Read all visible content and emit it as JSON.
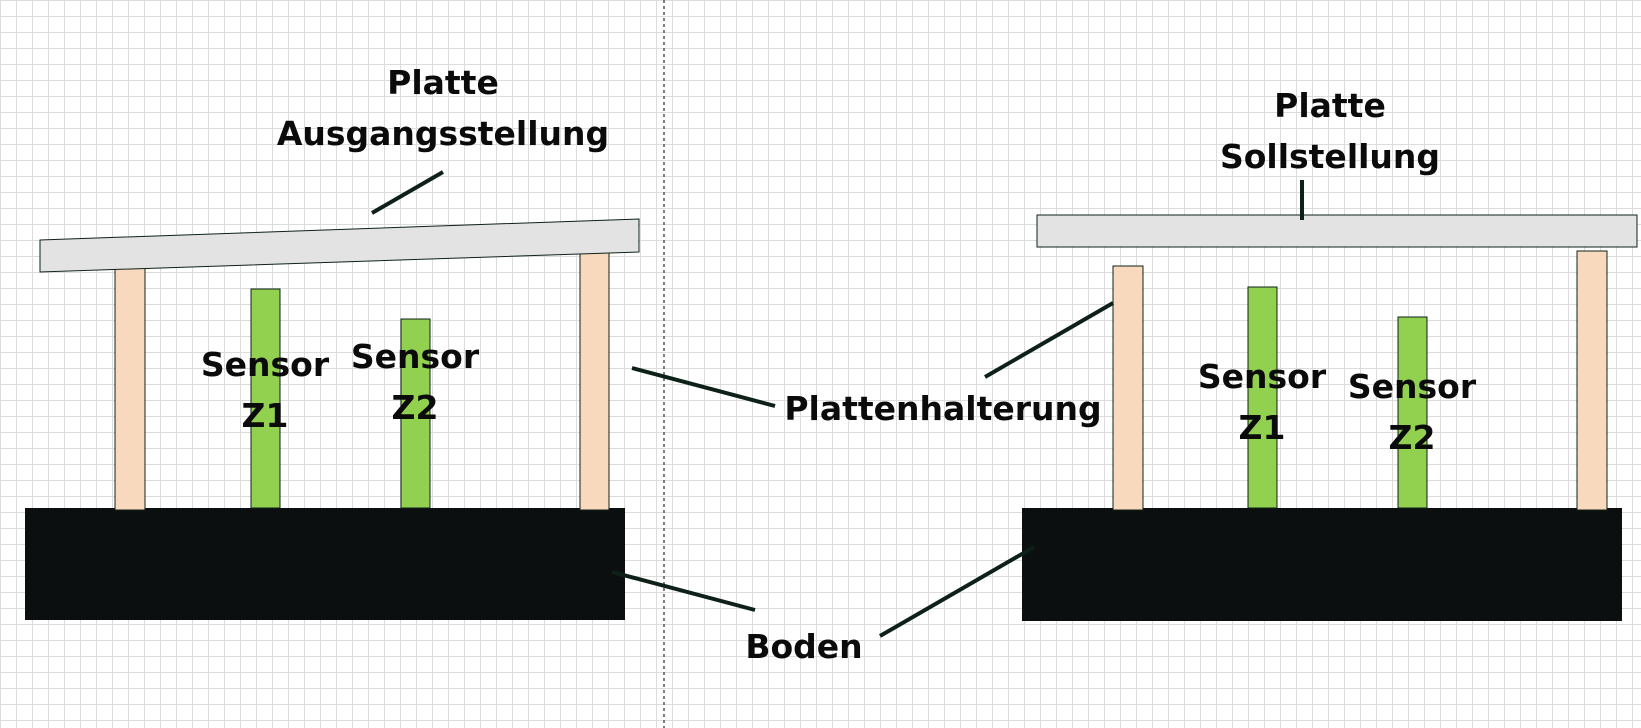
{
  "left_panel": {
    "plate_label": [
      "Platte",
      "Ausgangsstellung"
    ],
    "sensor_z1": [
      "Sensor",
      "Z1"
    ],
    "sensor_z2": [
      "Sensor",
      "Z2"
    ]
  },
  "right_panel": {
    "plate_label": [
      "Platte",
      "Sollstellung"
    ],
    "sensor_z1": [
      "Sensor",
      "Z1"
    ],
    "sensor_z2": [
      "Sensor",
      "Z2"
    ]
  },
  "labels": {
    "holder": "Plattenhalterung",
    "base": "Boden"
  },
  "colors": {
    "plate_fill": "#e3e3e3",
    "holder_fill": "#f9d9bd",
    "sensor_fill": "#92d050",
    "base_fill": "#0c0f0f",
    "line": "#0e2118"
  }
}
